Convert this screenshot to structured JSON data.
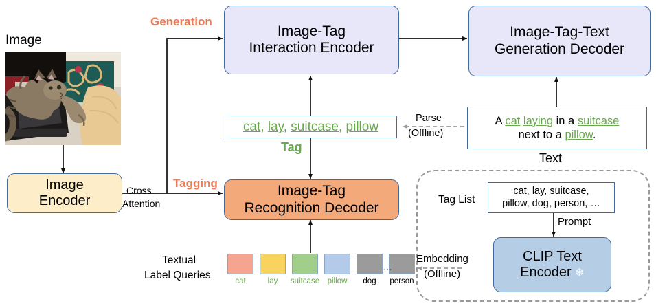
{
  "diagram": {
    "title": "Image-Tag-Text framework",
    "colors": {
      "accent_orange": "#ec7b55",
      "tag_green": "#6aa84f",
      "box_blue": "#e7e7f9",
      "box_cream": "#fdeec9",
      "box_orange": "#f3a97a",
      "box_light_blue": "#b6cde6",
      "border_blue": "#41699b",
      "dashed_gray": "#9a9a9a"
    }
  },
  "labels": {
    "image": "Image",
    "generation": "Generation",
    "tagging": "Tagging",
    "cross": "Cross",
    "attention": "Attention",
    "tag_caption": "Tag",
    "text_caption": "Text",
    "parse": "Parse",
    "parse_offline": "(Offline)",
    "embedding": "Embedding",
    "embedding_offline": "(Offline)",
    "prompt": "Prompt",
    "tag_list": "Tag List",
    "textual": "Textual",
    "label_queries": "Label Queries",
    "ellipsis": "..."
  },
  "boxes": {
    "image_encoder": {
      "line1": "Image",
      "line2": "Encoder"
    },
    "interaction_encoder": {
      "line1": "Image-Tag",
      "line2": "Interaction Encoder"
    },
    "generation_decoder": {
      "line1": "Image-Tag-Text",
      "line2": "Generation Decoder"
    },
    "recognition_decoder": {
      "line1": "Image-Tag",
      "line2": "Recognition Decoder"
    },
    "clip_text_encoder": {
      "line1": "CLIP Text",
      "line2": "Encoder",
      "snowflake": "❄"
    }
  },
  "tag_box": {
    "tags": [
      "cat",
      "lay",
      "suitcase",
      "pillow"
    ],
    "separator": ", "
  },
  "text_box": {
    "line1": [
      {
        "t": "A ",
        "tag": false
      },
      {
        "t": "cat",
        "tag": true
      },
      {
        "t": " ",
        "tag": false
      },
      {
        "t": "laying",
        "tag": true
      },
      {
        "t": " in a ",
        "tag": false
      },
      {
        "t": "suitcase",
        "tag": true
      }
    ],
    "line2": [
      {
        "t": "next to a ",
        "tag": false
      },
      {
        "t": "pillow",
        "tag": true
      },
      {
        "t": ".",
        "tag": false
      }
    ]
  },
  "tag_list_box": {
    "line1": "cat, lay, suitcase,",
    "line2": "pillow, dog, person, …"
  },
  "label_queries": [
    {
      "label": "cat",
      "color": "#f5a492",
      "green": true
    },
    {
      "label": "lay",
      "color": "#f8d45e",
      "green": true
    },
    {
      "label": "suitcase",
      "color": "#a2ce8c",
      "green": true
    },
    {
      "label": "pillow",
      "color": "#b3cbe8",
      "green": true
    },
    {
      "label": "dog",
      "color": "#9b9b9b",
      "green": false
    },
    {
      "label": "person",
      "color": "#9b9b9b",
      "green": false
    }
  ]
}
